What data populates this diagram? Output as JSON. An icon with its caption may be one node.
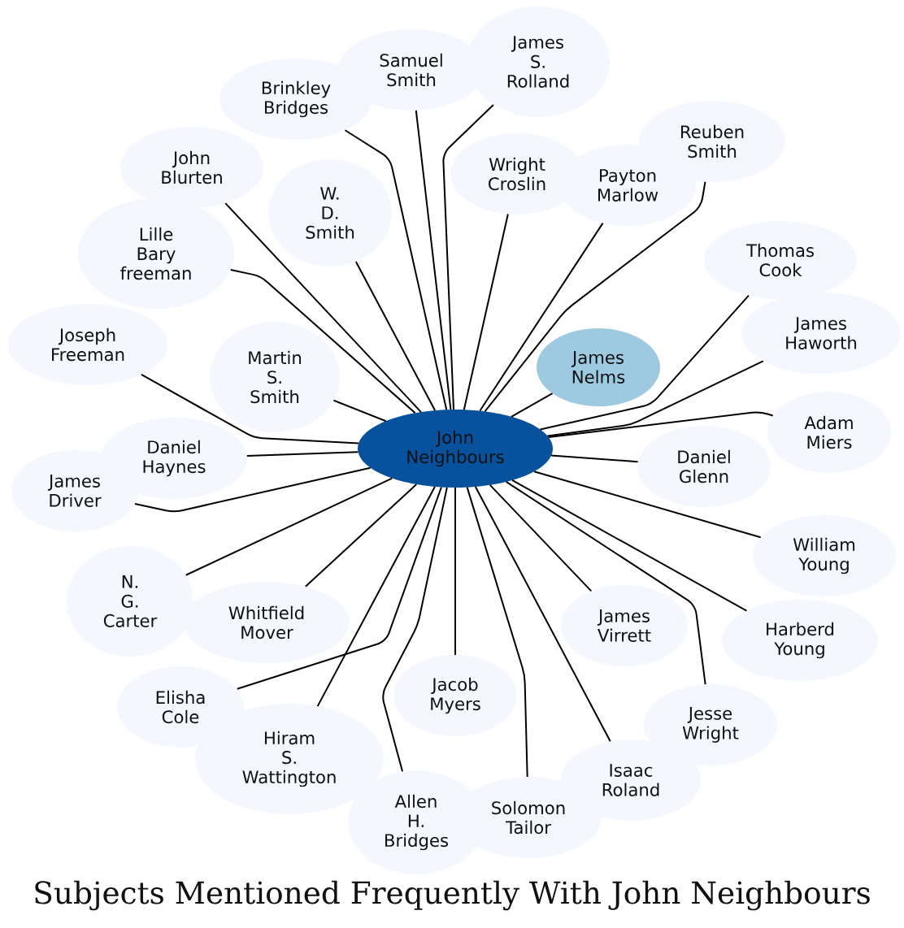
{
  "diagram": {
    "title": "Subjects Mentioned Frequently With John Neighbours",
    "nodes": [
      {
        "text": [
          "James S. Rolland"
        ]
      },
      {
        "text": [
          "Samuel Smith"
        ]
      },
      {
        "text": [
          "Brinkley Bridges"
        ]
      },
      {
        "text": [
          "Reuben Smith"
        ]
      },
      {
        "text": [
          "John Blurten"
        ]
      },
      {
        "text": [
          "Wright Croslin"
        ]
      },
      {
        "text": [
          "Payton Marlow"
        ]
      },
      {
        "text": [
          "W. D. Smith"
        ]
      },
      {
        "text": [
          "Thomas Cook"
        ]
      },
      {
        "text": [
          "Lille Bary freeman"
        ]
      },
      {
        "text": [
          "James Haworth"
        ]
      },
      {
        "text": [
          "Joseph Freeman"
        ]
      },
      {
        "text": [
          "Martin S. Smith"
        ]
      },
      {
        "text": [
          "James Nelms"
        ]
      },
      {
        "text": [
          "Adam Miers"
        ]
      },
      {
        "text": [
          "John Neighbours"
        ]
      },
      {
        "text": [
          "Daniel Haynes"
        ]
      },
      {
        "text": [
          "Daniel Glenn"
        ]
      },
      {
        "text": [
          "James Driver"
        ]
      },
      {
        "text": [
          "William Young"
        ]
      },
      {
        "text": [
          "N. G. Carter"
        ]
      },
      {
        "text": [
          "Whitfield Mover"
        ]
      },
      {
        "text": [
          "Harberd Young"
        ]
      },
      {
        "text": [
          "James Virrett"
        ]
      },
      {
        "text": [
          "Jacob Myers"
        ]
      },
      {
        "text": [
          "Elisha Cole"
        ]
      },
      {
        "text": [
          "Jesse Wright"
        ]
      },
      {
        "text": [
          "Hiram S. Wattington"
        ]
      },
      {
        "text": [
          "Isaac Roland"
        ]
      },
      {
        "text": [
          "Solomon Tailor"
        ]
      },
      {
        "text": [
          "Allen H. Bridges"
        ]
      }
    ],
    "edges": [
      {
        "from": 15,
        "to": 0,
        "arrow": "none"
      },
      {
        "from": 15,
        "to": 1,
        "arrow": "none"
      },
      {
        "from": 15,
        "to": 2,
        "arrow": "none"
      },
      {
        "from": 15,
        "to": 3,
        "arrow": "none"
      },
      {
        "from": 15,
        "to": 4,
        "arrow": "none"
      },
      {
        "from": 15,
        "to": 5,
        "arrow": "none"
      },
      {
        "from": 15,
        "to": 6,
        "arrow": "none"
      },
      {
        "from": 15,
        "to": 7,
        "arrow": "none"
      },
      {
        "from": 15,
        "to": 8,
        "arrow": "none"
      },
      {
        "from": 15,
        "to": 9,
        "arrow": "none"
      },
      {
        "from": 15,
        "to": 10,
        "arrow": "none"
      },
      {
        "from": 15,
        "to": 11,
        "arrow": "none"
      },
      {
        "from": 15,
        "to": 12,
        "arrow": "none"
      },
      {
        "from": 15,
        "to": 13,
        "arrow": "none"
      },
      {
        "from": 15,
        "to": 14,
        "arrow": "none"
      },
      {
        "from": 15,
        "to": 16,
        "arrow": "none"
      },
      {
        "from": 15,
        "to": 17,
        "arrow": "none"
      },
      {
        "from": 15,
        "to": 18,
        "arrow": "none"
      },
      {
        "from": 15,
        "to": 19,
        "arrow": "none"
      },
      {
        "from": 15,
        "to": 20,
        "arrow": "none"
      },
      {
        "from": 15,
        "to": 21,
        "arrow": "none"
      },
      {
        "from": 15,
        "to": 22,
        "arrow": "none"
      },
      {
        "from": 15,
        "to": 23,
        "arrow": "none"
      },
      {
        "from": 15,
        "to": 24,
        "arrow": "none"
      },
      {
        "from": 15,
        "to": 25,
        "arrow": "none"
      },
      {
        "from": 15,
        "to": 26,
        "arrow": "none"
      },
      {
        "from": 15,
        "to": 27,
        "arrow": "none"
      },
      {
        "from": 15,
        "to": 28,
        "arrow": "none"
      },
      {
        "from": 15,
        "to": 29,
        "arrow": "none"
      },
      {
        "from": 15,
        "to": 30,
        "arrow": "none"
      }
    ]
  }
}
